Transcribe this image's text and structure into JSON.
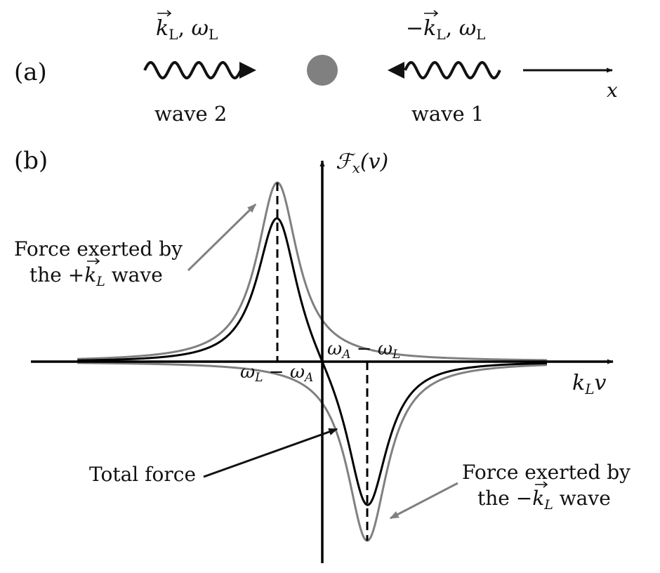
{
  "panel_a": {
    "label": "(a)",
    "wave2": {
      "caption": "wave 2",
      "vector": "k",
      "vec_sub": "L",
      "omega": "ω",
      "omega_sub": "L",
      "sign": ""
    },
    "wave1": {
      "caption": "wave 1",
      "vector": "k",
      "vec_sub": "L",
      "omega": "ω",
      "omega_sub": "L",
      "sign": "−"
    },
    "x_axis_label": "x",
    "colors": {
      "atom": "#808080",
      "ink": "#111111"
    }
  },
  "panel_b": {
    "label": "(b)",
    "y_axis": {
      "symbol": "ℱ",
      "sub": "x",
      "arg": "(v)"
    },
    "x_axis": {
      "main": "k",
      "sub": "L",
      "var": "v"
    },
    "tick_left": {
      "a": "ω",
      "a_sub": "L",
      "op": " − ",
      "b": "ω",
      "b_sub": "A"
    },
    "tick_right": {
      "a": "ω",
      "a_sub": "A",
      "op": " − ",
      "b": "ω",
      "b_sub": "L"
    },
    "annotation_plus": {
      "line1": "Force exerted by",
      "line2_pre": "the +",
      "vec": "k",
      "vec_sub": "L",
      "line2_post": " wave"
    },
    "annotation_minus": {
      "line1": "Force exerted by",
      "line2_pre": "the −",
      "vec": "k",
      "vec_sub": "L",
      "line2_post": " wave"
    },
    "annotation_total": "Total force",
    "colors": {
      "single_wave": "#808080",
      "total": "#000000",
      "axes": "#000000"
    }
  },
  "chart_data": {
    "type": "line",
    "x_range": [
      -1,
      1
    ],
    "detuning_peak": 0.2,
    "series": [
      {
        "key": "plus",
        "peak_x": -0.2,
        "peak_y": 1.0
      },
      {
        "key": "minus",
        "peak_x": 0.2,
        "peak_y": -1.0
      },
      {
        "key": "total",
        "extremum_x": [
          -0.2,
          0.2
        ],
        "extremum_y": [
          0.8,
          -0.8
        ]
      }
    ]
  }
}
